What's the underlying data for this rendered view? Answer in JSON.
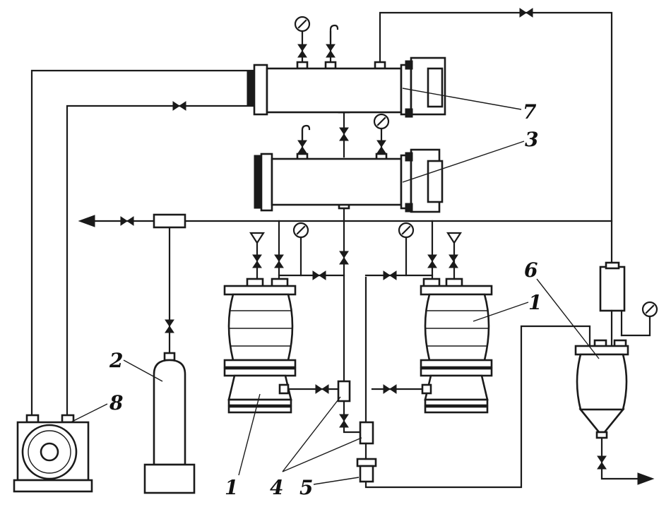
{
  "labels": {
    "reactor": "1",
    "gas_cylinder": "2",
    "heat_exchanger_lower": "3",
    "valves": "4",
    "part_5": "5",
    "separator": "6",
    "heat_exchanger_upper": "7",
    "pump": "8"
  },
  "colors": {
    "ink": "#1a1a1a",
    "paper": "#ffffff"
  },
  "icons": [
    "valve-icon",
    "pressure-gauge-icon",
    "vent-hook-icon",
    "safety-valve-icon",
    "flow-arrow-icon"
  ]
}
